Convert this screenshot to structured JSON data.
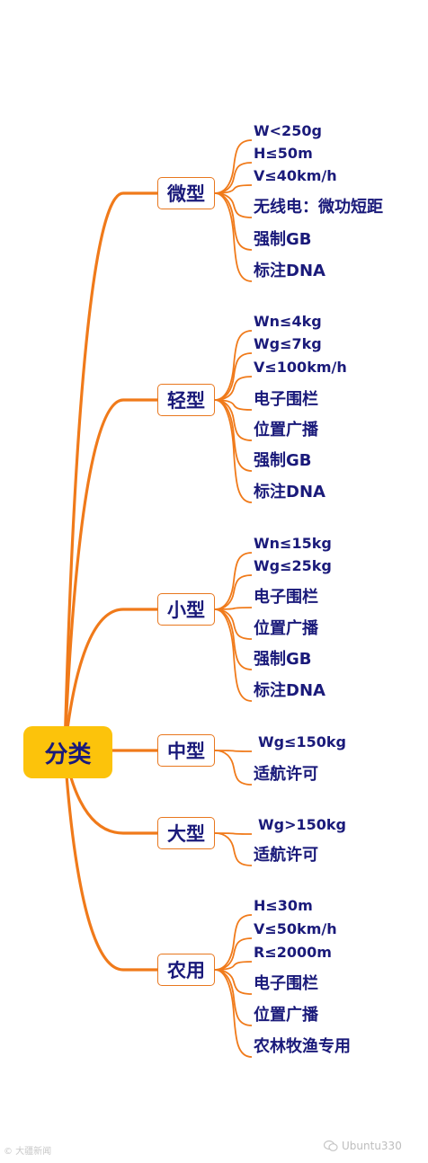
{
  "root": {
    "label": "分类",
    "color": "#fcc30b"
  },
  "colors": {
    "branch": "#f07a1a",
    "text": "#1a1a7a"
  },
  "categories": [
    {
      "label": "微型",
      "leaves": [
        "W<250g",
        "H≤50m",
        "V≤40km/h",
        "无线电：微功短距",
        "强制GB",
        "标注DNA"
      ]
    },
    {
      "label": "轻型",
      "leaves": [
        "Wn≤4kg",
        "Wg≤7kg",
        "V≤100km/h",
        "电子围栏",
        "位置广播",
        "强制GB",
        "标注DNA"
      ]
    },
    {
      "label": "小型",
      "leaves": [
        "Wn≤15kg",
        "Wg≤25kg",
        "电子围栏",
        "位置广播",
        "强制GB",
        "标注DNA"
      ]
    },
    {
      "label": "中型",
      "leaves": [
        "Wg≤150kg",
        "适航许可"
      ]
    },
    {
      "label": "大型",
      "leaves": [
        "Wg>150kg",
        "适航许可"
      ]
    },
    {
      "label": "农用",
      "leaves": [
        "H≤30m",
        "V≤50km/h",
        "R≤2000m",
        "电子围栏",
        "位置广播",
        "农林牧渔专用"
      ]
    }
  ],
  "watermark": {
    "left": "© 大疆新闻",
    "right": "Ubuntu330"
  }
}
